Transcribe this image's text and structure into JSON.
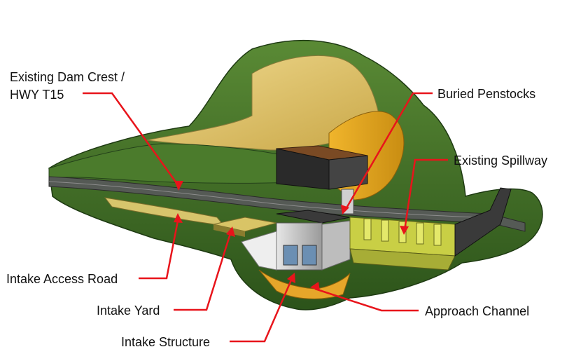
{
  "labels": {
    "dam_crest_line1": "Existing Dam Crest /",
    "dam_crest_line2": "HWY T15",
    "buried_penstocks": "Buried Penstocks",
    "existing_spillway": "Existing Spillway",
    "intake_access_road": "Intake Access Road",
    "intake_yard": "Intake Yard",
    "intake_structure": "Intake Structure",
    "approach_channel": "Approach Channel"
  },
  "colors": {
    "callout": "#e8141b",
    "terrain": "#3f6e26",
    "excavation": "#e2c66a",
    "spillway": "#c9cf45",
    "concrete": "#c8c8c8"
  }
}
